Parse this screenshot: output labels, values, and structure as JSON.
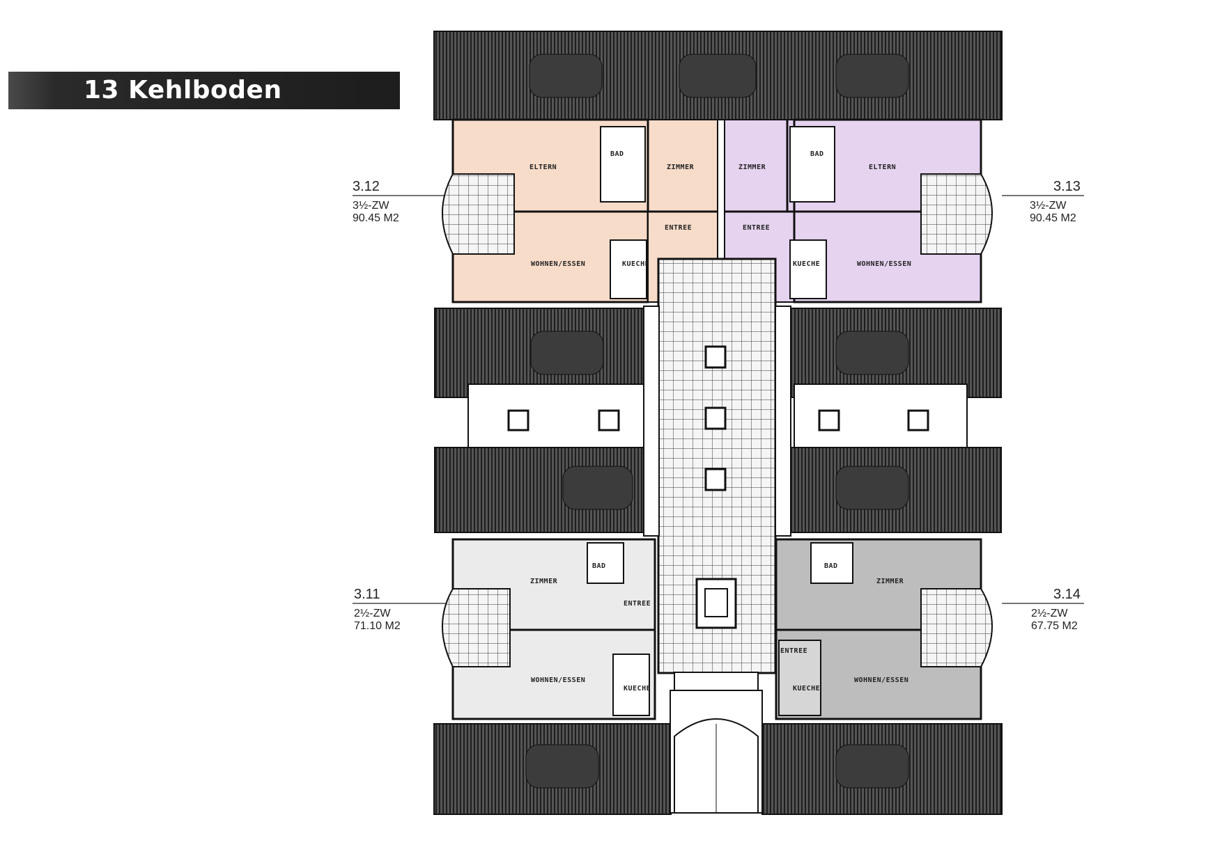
{
  "title": "13 Kehlboden",
  "units": [
    {
      "id": "3.12",
      "type": "3½-ZW",
      "area": "90.45 M2",
      "color": "#f7dcc9"
    },
    {
      "id": "3.13",
      "type": "3½-ZW",
      "area": "90.45 M2",
      "color": "#e6d3f0"
    },
    {
      "id": "3.11",
      "type": "2½-ZW",
      "area": "71.10 M2",
      "color": "#ebebeb"
    },
    {
      "id": "3.14",
      "type": "2½-ZW",
      "area": "67.75 M2",
      "color": "#bdbdbd"
    }
  ],
  "rooms": {
    "eltern": "ELTERN",
    "bad": "BAD",
    "zimmer": "ZIMMER",
    "entree": "ENTREE",
    "wohnen": "WOHNEN/ESSEN",
    "kueche": "KUECHE"
  },
  "colors": {
    "roof": "#4a4a4a",
    "roof_dark": "#2b2b2b",
    "stair": "#f4f4f4"
  }
}
